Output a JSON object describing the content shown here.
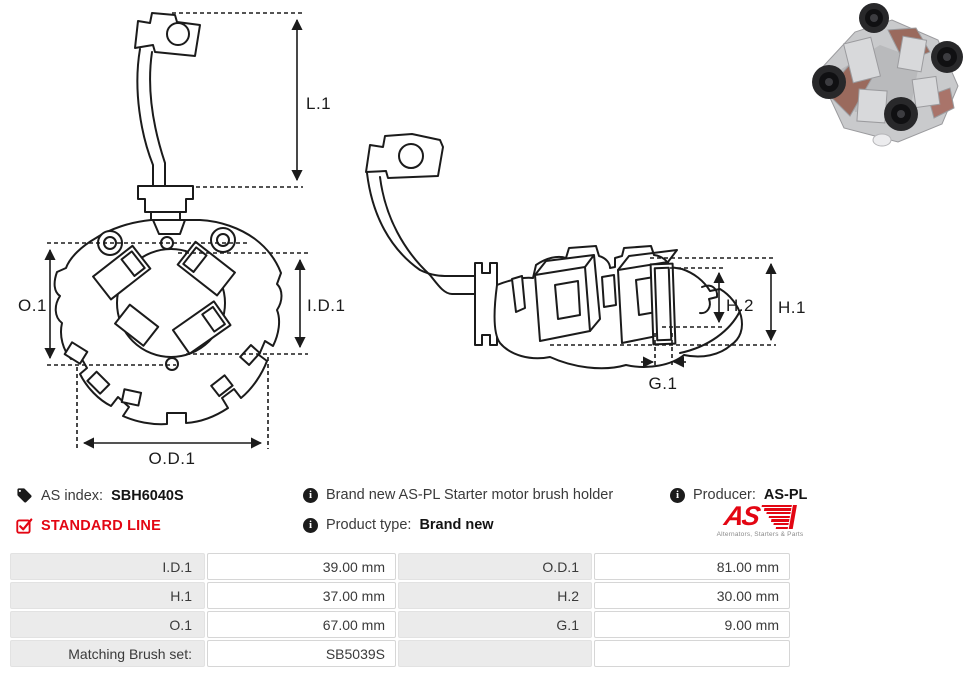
{
  "info": {
    "as_index_label": "AS index:",
    "as_index_value": "SBH6040S",
    "standard_line": "STANDARD LINE",
    "description": "Brand new AS-PL Starter motor brush holder",
    "product_type_label": "Product type:",
    "product_type_value": "Brand new",
    "producer_label": "Producer:",
    "producer_value": "AS-PL",
    "logo_text": "AS",
    "logo_tagline": "Alternators, Starters & Parts"
  },
  "icons": {
    "info_glyph": "i"
  },
  "drawings": {
    "front_view": {
      "labels": {
        "l1": "L.1",
        "o1": "O.1",
        "id1": "I.D.1",
        "od1": "O.D.1"
      }
    },
    "side_view": {
      "labels": {
        "h1": "H.1",
        "h2": "H.2",
        "g1": "G.1"
      }
    }
  },
  "specs": {
    "rows": [
      {
        "l1": "I.D.1",
        "v1": "39.00 mm",
        "l2": "O.D.1",
        "v2": "81.00 mm"
      },
      {
        "l1": "H.1",
        "v1": "37.00 mm",
        "l2": "H.2",
        "v2": "30.00 mm"
      },
      {
        "l1": "O.1",
        "v1": "67.00 mm",
        "l2": "G.1",
        "v2": "9.00 mm"
      },
      {
        "l1": "Matching Brush set:",
        "v1": "SB5039S",
        "l2": "",
        "v2": ""
      }
    ]
  },
  "colors": {
    "accent_red": "#e30613",
    "text": "#3a3a3a",
    "drawing_line": "#1b1b1b",
    "table_label_bg": "#ebebeb",
    "table_value_border": "#d6d6d6"
  }
}
